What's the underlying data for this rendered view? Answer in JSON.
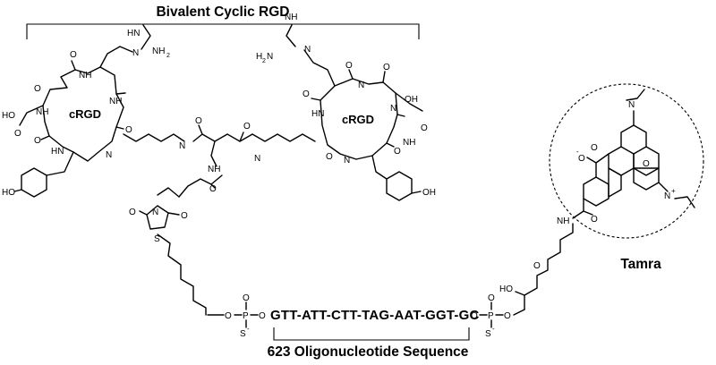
{
  "labels": {
    "bivalent": "Bivalent Cyclic RGD",
    "oligo": "623 Oligonucleotide Sequence",
    "dye": "Tamra",
    "ring_left": "cRGD",
    "ring_right": "cRGD",
    "sequence": "GTT-ATT-CTT-TAG-AAT-GGT-GC"
  },
  "atoms": {
    "N": "N",
    "NH": "NH",
    "HN": "HN",
    "O": "O",
    "S": "S",
    "P": "P",
    "OH": "OH",
    "HO": "HO",
    "NH2": "NH",
    "H2N": "H",
    "sub2": "2",
    "S_minus": "S",
    "minus": "-",
    "plus": "+",
    "O_minus": "O",
    "Nplus": "N"
  }
}
